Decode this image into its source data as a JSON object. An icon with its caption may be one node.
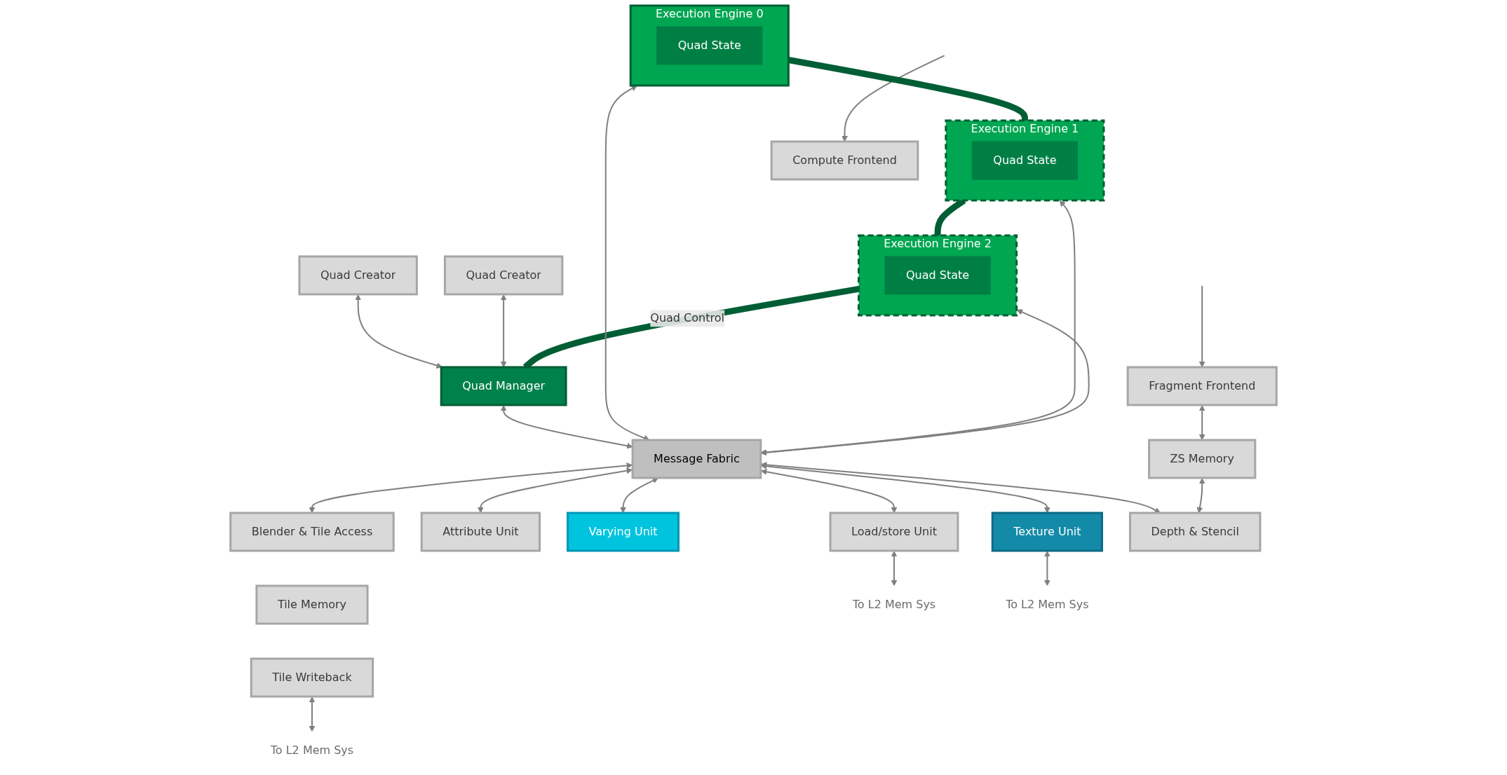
{
  "diagram": {
    "nodes": [
      {
        "text": [
          "Compute Frontend"
        ]
      },
      {
        "text": [
          "Fragment Frontend"
        ]
      },
      {
        "text": [
          "Quad Creator"
        ]
      },
      {
        "text": [
          "Quad Creator"
        ]
      },
      {
        "text": [
          "Execution Engine 0"
        ]
      },
      {
        "text": [
          "Quad State"
        ],
        "in": 4
      },
      {
        "text": [
          "Execution Engine 1"
        ]
      },
      {
        "text": [
          "Quad State"
        ],
        "in": 6
      },
      {
        "text": [
          "Execution Engine 2"
        ]
      },
      {
        "text": [
          "Quad State"
        ],
        "in": 8
      },
      {
        "text": [
          "Quad Manager"
        ]
      },
      {
        "text": [
          "ZS Memory"
        ]
      },
      {
        "text": [
          "Message Fabric"
        ]
      },
      {
        "text": [
          "Load/store Unit"
        ]
      },
      {
        "text": [
          "Attribute Unit"
        ]
      },
      {
        "text": [
          "Varying Unit"
        ]
      },
      {
        "text": [
          "Texture Unit"
        ]
      },
      {
        "text": [
          "Blender & Tile Access"
        ]
      },
      {
        "text": [
          "Depth & Stencil"
        ]
      },
      {
        "text": [
          "Tile Memory"
        ]
      },
      {
        "text": [
          "Tile Writeback"
        ]
      },
      {
        "text": [
          "To L2 Mem Sys"
        ]
      },
      {
        "text": [
          "To L2 Mem Sys"
        ]
      },
      {
        "text": [
          "To L2 Mem Sys"
        ]
      }
    ],
    "edges": [
      {
        "from": null,
        "to": 0,
        "arrow": "to"
      },
      {
        "from": null,
        "to": 1,
        "arrow": "to"
      },
      {
        "from": 2,
        "to": 10,
        "arrow": "both"
      },
      {
        "from": 3,
        "to": 10,
        "arrow": "both"
      },
      {
        "from": 1,
        "to": 11,
        "arrow": "both"
      },
      {
        "from": 4,
        "to": 6,
        "arrow": "none",
        "style": "thick",
        "color": "#005e35"
      },
      {
        "from": 6,
        "to": 8,
        "arrow": "none",
        "style": "thick",
        "color": "#005e35"
      },
      {
        "from": 8,
        "to": 10,
        "arrow": "none",
        "label": "Quad Control",
        "style": "thick",
        "color": "#005e35"
      },
      {
        "from": 4,
        "to": 12,
        "arrow": "both"
      },
      {
        "from": 6,
        "to": 12,
        "arrow": "both"
      },
      {
        "from": 8,
        "to": 12,
        "arrow": "both"
      },
      {
        "from": 10,
        "to": 12,
        "arrow": "both"
      },
      {
        "from": 12,
        "to": 13,
        "arrow": "both"
      },
      {
        "from": 12,
        "to": 14,
        "arrow": "both"
      },
      {
        "from": 12,
        "to": 15,
        "arrow": "both"
      },
      {
        "from": 12,
        "to": 16,
        "arrow": "both"
      },
      {
        "from": 12,
        "to": 17,
        "arrow": "both"
      },
      {
        "from": 12,
        "to": 18,
        "arrow": "both"
      },
      {
        "from": 11,
        "to": 18,
        "arrow": "both"
      },
      {
        "from": 13,
        "to": 21,
        "arrow": "both"
      },
      {
        "from": 16,
        "to": 22,
        "arrow": "both"
      },
      {
        "from": 20,
        "to": 23,
        "arrow": "both"
      }
    ]
  }
}
